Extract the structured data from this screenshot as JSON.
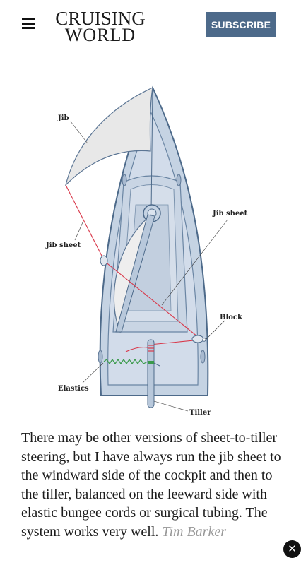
{
  "header": {
    "logo_line1": "CRUISING",
    "logo_line2": "WORLD",
    "subscribe_label": "SUBSCRIBE",
    "menu_icon": "hamburger-menu-icon"
  },
  "diagram": {
    "labels": {
      "jib": "Jib",
      "jib_sheet_left": "Jib sheet",
      "jib_sheet_right": "Jib sheet",
      "block": "Block",
      "elastics": "Elastics",
      "tiller": "Tiller"
    },
    "colors": {
      "hull_fill": "#c5d3e3",
      "hull_stroke": "#4d6a8a",
      "sail_fill": "#eeeeee",
      "sheet_line": "#d9384a",
      "elastic_green": "#3a9a4a"
    }
  },
  "article": {
    "body": "There may be other versions of sheet-to-tiller steering, but I have always run the jib sheet to the windward side of the cockpit and then to the tiller, balanced on the leeward side with elastic bungee cords or surgical tubing. The system works very well.",
    "credit": "Tim Barker"
  },
  "overlay": {
    "close_icon": "close-icon"
  }
}
